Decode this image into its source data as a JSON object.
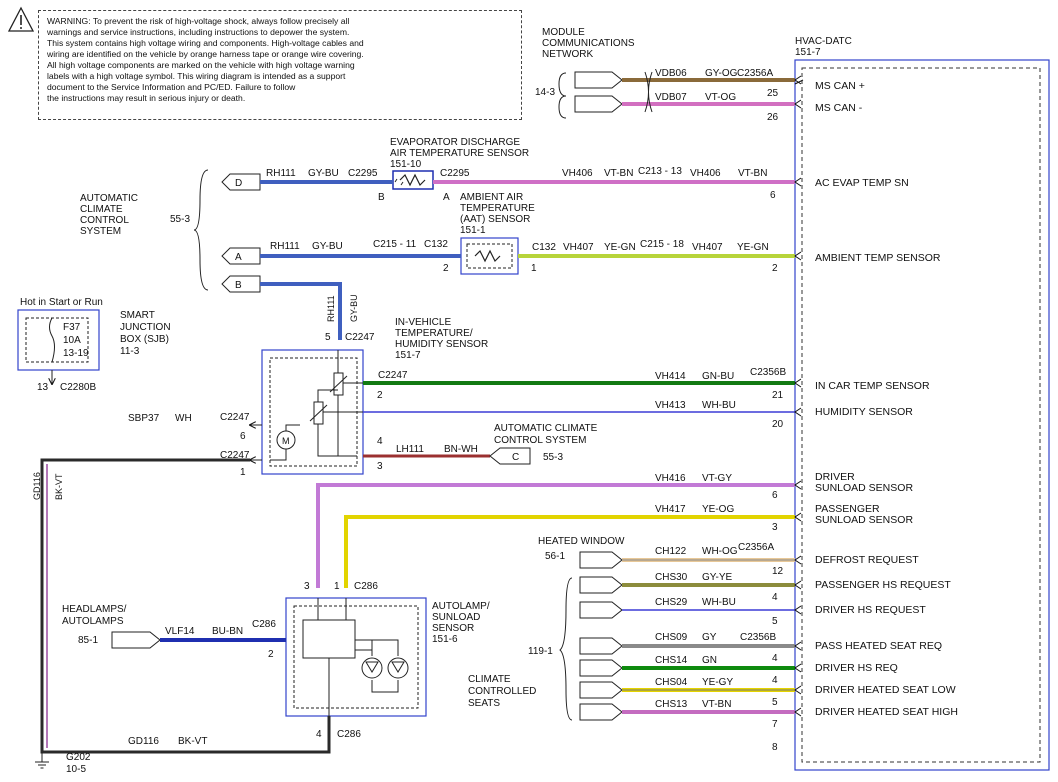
{
  "warning": {
    "label": "WARNING:",
    "lines": [
      "To prevent the risk of high-voltage shock, always follow precisely all",
      "warnings and service instructions, including instructions to depower the system.",
      "This system contains high voltage wiring and components. High-voltage cables and",
      "wiring are identified on the vehicle by orange harness tape or orange wire covering.",
      "All high voltage components are marked on the vehicle with high voltage warning",
      "labels with a high voltage symbol. This wiring diagram is intended as a support",
      "document to the Service Information and PC/ED. Failure to follow",
      "the instructions may result in serious injury or death."
    ]
  },
  "module_network": {
    "lines": [
      "MODULE",
      "COMMUNICATIONS",
      "NETWORK"
    ],
    "ref": "14-3"
  },
  "hvac_module": {
    "lines": [
      "HVAC-DATC",
      "151-7"
    ],
    "pins": [
      {
        "label": "MS CAN +",
        "pin": "25"
      },
      {
        "label": "MS CAN -",
        "pin": "26"
      },
      {
        "label": "AC EVAP TEMP SN",
        "pin": "6"
      },
      {
        "label": "AMBIENT TEMP SENSOR",
        "pin": "2"
      },
      {
        "label": "IN CAR TEMP SENSOR",
        "pin": "21"
      },
      {
        "label": "HUMIDITY SENSOR",
        "pin": "20"
      },
      {
        "label": "DRIVER",
        "label2": "SUNLOAD SENSOR",
        "pin": "6"
      },
      {
        "label": "PASSENGER",
        "label2": "SUNLOAD SENSOR",
        "pin": "3"
      },
      {
        "label": "DEFROST REQUEST",
        "pin": "12"
      },
      {
        "label": "PASSENGER HS REQUEST",
        "pin": "4"
      },
      {
        "label": "DRIVER HS REQUEST",
        "pin": "5"
      },
      {
        "label": "PASS HEATED SEAT REQ",
        "pin": "4"
      },
      {
        "label": "DRIVER HS REQ",
        "pin": "4"
      },
      {
        "label": "DRIVER HEATED SEAT LOW",
        "pin": "5"
      },
      {
        "label": "DRIVER HEATED SEAT HIGH",
        "pin": "7"
      }
    ],
    "last_pin": "8"
  },
  "connectors": {
    "c2356a": "C2356A",
    "c2356b": "C2356B",
    "c2295": "C2295",
    "c215_11": "C215 - 11",
    "c132": "C132",
    "c213_13": "C213 - 13",
    "c215_18": "C215 - 18",
    "c2247": "C2247",
    "c286": "C286",
    "c2280b": "C2280B"
  },
  "wires": {
    "vdb06": {
      "circuit": "VDB06",
      "color": "GY-OG",
      "stroke": "#8a6a3a"
    },
    "vdb07": {
      "circuit": "VDB07",
      "color": "VT-OG",
      "stroke": "#d26fc0"
    },
    "rh111": {
      "circuit": "RH111",
      "color": "GY-BU",
      "stroke": "#3f5fbf"
    },
    "vh406": {
      "circuit": "VH406",
      "color": "VT-BN",
      "stroke": "#cf6fc6"
    },
    "vh407": {
      "circuit": "VH407",
      "color": "YE-GN",
      "stroke": "#b7d43a"
    },
    "vh414": {
      "circuit": "VH414",
      "color": "GN-BU",
      "stroke": "#127a12"
    },
    "vh413": {
      "circuit": "VH413",
      "color": "WH-BU",
      "stroke": "#3b3bd6"
    },
    "lh111": {
      "circuit": "LH111",
      "color": "BN-WH",
      "stroke": "#9b3030"
    },
    "vh416": {
      "circuit": "VH416",
      "color": "VT-GY",
      "stroke": "#c27ad6"
    },
    "vh417": {
      "circuit": "VH417",
      "color": "YE-OG",
      "stroke": "#e2d400"
    },
    "ch122": {
      "circuit": "CH122",
      "color": "WH-OG",
      "stroke": "#e8c898"
    },
    "chs30": {
      "circuit": "CHS30",
      "color": "GY-YE",
      "stroke": "#8c8c3c"
    },
    "chs29": {
      "circuit": "CHS29",
      "color": "WH-BU",
      "stroke": "#3b3bd6"
    },
    "chs09": {
      "circuit": "CHS09",
      "color": "GY",
      "stroke": "#8a8a8a"
    },
    "chs14": {
      "circuit": "CHS14",
      "color": "GN",
      "stroke": "#0e8a0e"
    },
    "chs04": {
      "circuit": "CHS04",
      "color": "YE-GY",
      "stroke": "#e5d400"
    },
    "chs13": {
      "circuit": "CHS13",
      "color": "VT-BN",
      "stroke": "#c46cc0"
    },
    "gd116": {
      "circuit": "GD116",
      "color": "BK-VT",
      "stroke": "#2a2a2a"
    },
    "vlf14": {
      "circuit": "VLF14",
      "color": "BU-BN",
      "stroke": "#1f2fb0"
    }
  },
  "evap_sensor": {
    "lines": [
      "EVAPORATOR DISCHARGE",
      "AIR TEMPERATURE SENSOR",
      "151-10"
    ],
    "pin_b": "B",
    "pin_a": "A"
  },
  "ambient_sensor": {
    "lines": [
      "AMBIENT AIR",
      "TEMPERATURE",
      "(AAT) SENSOR",
      "151-1"
    ],
    "pin_left": "2",
    "pin_right": "1"
  },
  "acc_system": {
    "lines": [
      "AUTOMATIC",
      "CLIMATE",
      "CONTROL",
      "SYSTEM"
    ],
    "ref": "55-3",
    "conn_d": "D",
    "conn_a": "A",
    "conn_b": "B"
  },
  "sjb": {
    "title": "Hot in Start or Run",
    "fuse": "F37",
    "amps": "10A",
    "fuse_ref": "13-19",
    "lines": [
      "SMART",
      "JUNCTION",
      "BOX (SJB)",
      "11-3"
    ],
    "pin": "13"
  },
  "in_vehicle_sensor": {
    "lines": [
      "IN-VEHICLE",
      "TEMPERATURE/",
      "HUMIDITY SENSOR",
      "151-7"
    ],
    "pins": [
      "5",
      "2",
      "1",
      "6",
      "4",
      "3"
    ]
  },
  "splice": {
    "label": "SBP37",
    "color": "WH"
  },
  "acc_c": {
    "lines": [
      "AUTOMATIC CLIMATE",
      "CONTROL SYSTEM"
    ],
    "conn": "C",
    "ref": "55-3"
  },
  "heated_window": {
    "label": "HEATED WINDOW",
    "ref": "56-1"
  },
  "seats": {
    "lines": [
      "CLIMATE",
      "CONTROLLED",
      "SEATS"
    ],
    "ref": "119-1"
  },
  "headlamps": {
    "lines": [
      "HEADLAMPS/",
      "AUTOLAMPS"
    ],
    "ref": "85-1"
  },
  "autolamp": {
    "lines": [
      "AUTOLAMP/",
      "SUNLOAD",
      "SENSOR",
      "151-6"
    ],
    "pins": [
      "3",
      "1",
      "2",
      "4"
    ]
  },
  "ground": {
    "label": "G202",
    "ref": "10-5"
  }
}
